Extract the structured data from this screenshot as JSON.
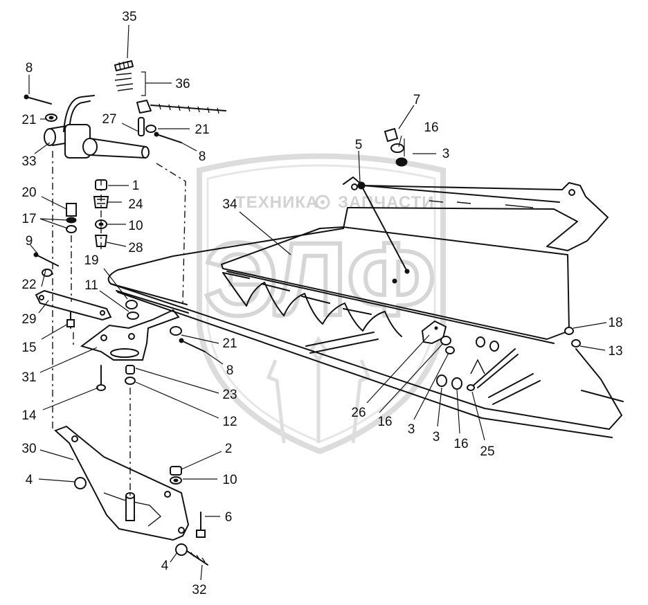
{
  "watermark": {
    "left_word": "ТЕХНИКА",
    "right_word": "ЗАПЧАСТИ",
    "logo_letters": "ЭЛФ"
  },
  "callouts": [
    {
      "id": "c35",
      "label": "35"
    },
    {
      "id": "c8a",
      "label": "8"
    },
    {
      "id": "c36",
      "label": "36"
    },
    {
      "id": "c21a",
      "label": "21"
    },
    {
      "id": "c27",
      "label": "27"
    },
    {
      "id": "c21b",
      "label": "21"
    },
    {
      "id": "c33",
      "label": "33"
    },
    {
      "id": "c8b",
      "label": "8"
    },
    {
      "id": "c7",
      "label": "7"
    },
    {
      "id": "c16a",
      "label": "16"
    },
    {
      "id": "c5",
      "label": "5"
    },
    {
      "id": "c3a",
      "label": "3"
    },
    {
      "id": "c1",
      "label": "1"
    },
    {
      "id": "c20",
      "label": "20"
    },
    {
      "id": "c24",
      "label": "24"
    },
    {
      "id": "c34",
      "label": "34"
    },
    {
      "id": "c17",
      "label": "17"
    },
    {
      "id": "c10a",
      "label": "10"
    },
    {
      "id": "c9",
      "label": "9"
    },
    {
      "id": "c28",
      "label": "28"
    },
    {
      "id": "c19",
      "label": "19"
    },
    {
      "id": "c22",
      "label": "22"
    },
    {
      "id": "c11",
      "label": "11"
    },
    {
      "id": "c29",
      "label": "29"
    },
    {
      "id": "c15",
      "label": "15"
    },
    {
      "id": "c18",
      "label": "18"
    },
    {
      "id": "c21c",
      "label": "21"
    },
    {
      "id": "c13",
      "label": "13"
    },
    {
      "id": "c8c",
      "label": "8"
    },
    {
      "id": "c31",
      "label": "31"
    },
    {
      "id": "c23",
      "label": "23"
    },
    {
      "id": "c14",
      "label": "14"
    },
    {
      "id": "c26",
      "label": "26"
    },
    {
      "id": "c12",
      "label": "12"
    },
    {
      "id": "c16b",
      "label": "16"
    },
    {
      "id": "c3b",
      "label": "3"
    },
    {
      "id": "c3c",
      "label": "3"
    },
    {
      "id": "c16c",
      "label": "16"
    },
    {
      "id": "c25",
      "label": "25"
    },
    {
      "id": "c30",
      "label": "30"
    },
    {
      "id": "c2",
      "label": "2"
    },
    {
      "id": "c4a",
      "label": "4"
    },
    {
      "id": "c10b",
      "label": "10"
    },
    {
      "id": "c6",
      "label": "6"
    },
    {
      "id": "c4b",
      "label": "4"
    },
    {
      "id": "c32",
      "label": "32"
    }
  ]
}
